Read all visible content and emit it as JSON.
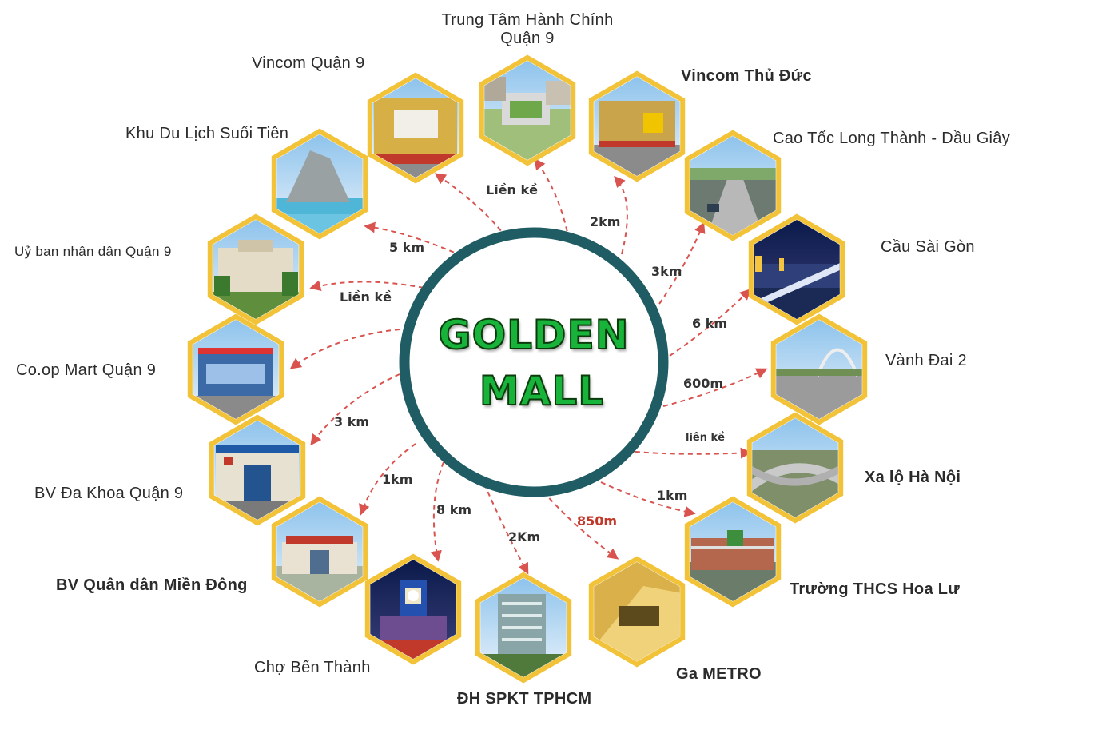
{
  "hub": {
    "line1": "GOLDEN",
    "line2": "MALL"
  },
  "colors": {
    "ring": "#1f5c63",
    "frame": "#f2c238",
    "arrow": "#d9534f",
    "text": "#2b2b2b",
    "title": "#18b33a"
  },
  "nodes": [
    {
      "id": "tthc",
      "label": "Trung Tâm Hành Chính\nQuận 9",
      "distance": "2km",
      "icon": "city-plan-icon"
    },
    {
      "id": "vincom-td",
      "label": "Vincom Thủ Đức",
      "distance": "3km",
      "icon": "mall-icon"
    },
    {
      "id": "cao-toc",
      "label": "Cao Tốc Long Thành - Dầu Giây",
      "distance": "6 km",
      "icon": "highway-icon"
    },
    {
      "id": "cau-sg",
      "label": "Cầu Sài Gòn",
      "distance": "600m",
      "icon": "bridge-night-icon"
    },
    {
      "id": "vanh-dai",
      "label": "Vành Đai 2",
      "distance": "liên kề",
      "icon": "bridge-icon"
    },
    {
      "id": "xa-lo",
      "label": "Xa lộ Hà Nội",
      "distance": "1km",
      "icon": "interchange-icon"
    },
    {
      "id": "hoa-lu",
      "label": "Trường THCS Hoa Lư",
      "distance": "850m",
      "icon": "school-icon"
    },
    {
      "id": "metro",
      "label": "Ga METRO",
      "distance": "2Km",
      "icon": "metro-train-icon"
    },
    {
      "id": "spkt",
      "label": "ĐH SPKT TPHCM",
      "distance": "8 km",
      "icon": "university-icon"
    },
    {
      "id": "ben-thanh",
      "label": "Chợ Bến Thành",
      "distance": "1km",
      "icon": "clock-tower-icon"
    },
    {
      "id": "bv-qd",
      "label": "BV Quân dân Miền Đông",
      "distance": "3 km",
      "icon": "hospital-gate-icon"
    },
    {
      "id": "bv-dk",
      "label": "BV Đa Khoa Quận 9",
      "distance": "",
      "icon": "hospital-icon"
    },
    {
      "id": "coop",
      "label": "Co.op Mart Quận 9",
      "distance": "Liền kề",
      "icon": "supermarket-icon"
    },
    {
      "id": "ubnd",
      "label": "Uỷ ban nhân dân Quận 9",
      "distance": "5 km",
      "icon": "government-building-icon"
    },
    {
      "id": "suoi-tien",
      "label": "Khu Du Lịch Suối Tiên",
      "distance": "Liền kề",
      "icon": "theme-park-icon"
    },
    {
      "id": "vincom-q9",
      "label": "Vincom Quận 9",
      "distance": "",
      "icon": "shopping-center-icon"
    }
  ]
}
